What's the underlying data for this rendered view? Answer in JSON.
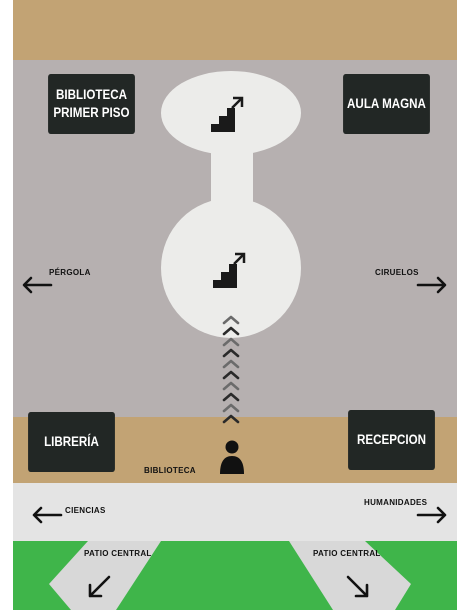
{
  "rooms": {
    "biblioteca_primer_piso": [
      "BIBLIOTECA",
      "PRIMER PISO"
    ],
    "aula_magna": "AULA MAGNA",
    "libreria": "LIBRERÍA",
    "recepcion": "RECEPCION"
  },
  "labels": {
    "pergola": "PÉRGOLA",
    "ciruelos": "CIRUELOS",
    "biblioteca": "BIBLIOTECA",
    "ciencias": "CIENCIAS",
    "humanidades": "HUMANIDADES",
    "patio_central_left": "PATIO CENTRAL",
    "patio_central_right": "PATIO CENTRAL"
  },
  "icons": {
    "stairs_upper": "stairs-up-icon",
    "stairs_lower": "stairs-up-icon",
    "you_are_here": "person-icon",
    "route": "chevron-up-icon",
    "arrow_left_pergola": "arrow-left-icon",
    "arrow_right_ciruelos": "arrow-right-icon",
    "arrow_left_ciencias": "arrow-left-icon",
    "arrow_right_humanidades": "arrow-right-icon",
    "arrow_down_left": "arrow-down-left-icon",
    "arrow_down_right": "arrow-down-right-icon"
  },
  "colors": {
    "wood_band": "#c2a374",
    "floor": "#b6b0b0",
    "corridor": "#e4e4e4",
    "lawn": "#3fb54a",
    "room_box": "#222725",
    "walkway": "#ececea"
  }
}
